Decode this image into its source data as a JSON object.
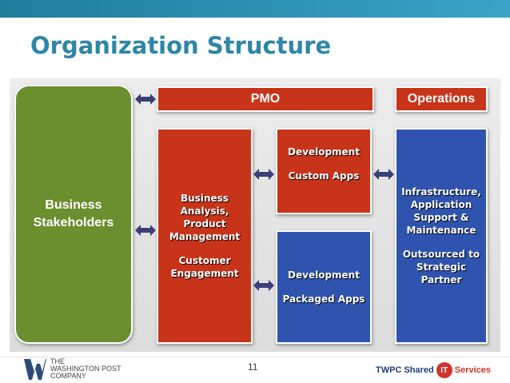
{
  "slide": {
    "title": "Organization Structure",
    "page_number": "11"
  },
  "boxes": {
    "business_stakeholders": [
      "Business",
      "Stakeholders"
    ],
    "pmo": "PMO",
    "operations": "Operations",
    "business_analysis": [
      "Business Analysis,",
      "Product",
      "Management"
    ],
    "customer_engagement": [
      "Customer",
      "Engagement"
    ],
    "development_custom": {
      "line1": "Development",
      "line2": "Custom Apps"
    },
    "development_packaged": {
      "line1": "Development",
      "line2": "Packaged Apps"
    },
    "infrastructure": [
      "Infrastructure,",
      "Application",
      "Support &",
      "Maintenance"
    ],
    "outsourced": [
      "Outsourced to",
      "Strategic Partner"
    ]
  },
  "footer": {
    "left_logo_lines": [
      "THE",
      "WASHINGTON POST",
      "COMPANY"
    ],
    "right_logo": {
      "prefix": "TWPC Shared",
      "badge": "IT",
      "suffix": "Services"
    }
  },
  "colors": {
    "title": "#2e86a8",
    "green": "#6b8e2f",
    "red": "#c8341a",
    "blue": "#2f54b0",
    "arrow": "#3b3f78"
  }
}
